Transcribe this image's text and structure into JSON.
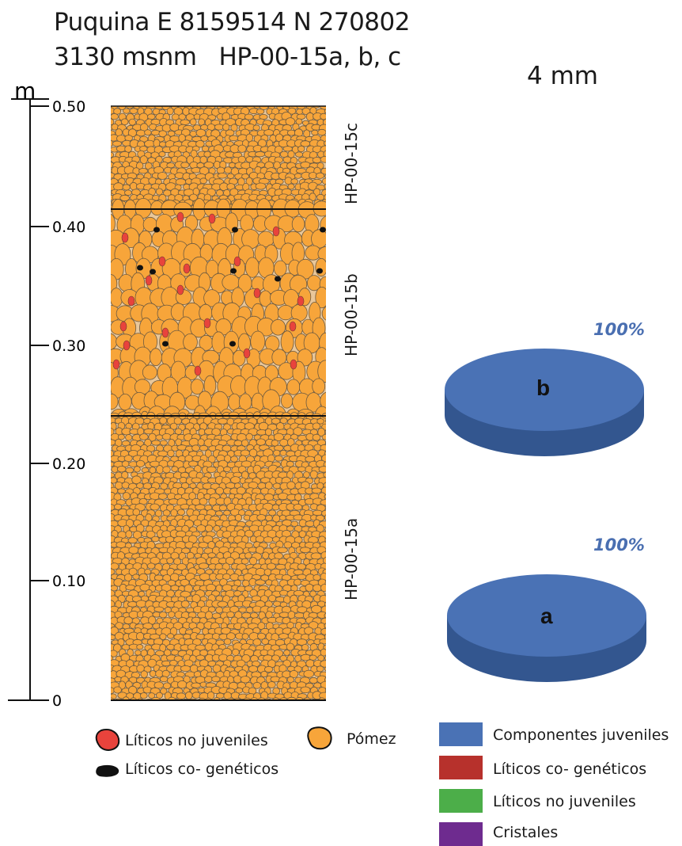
{
  "header": {
    "title_line1": "Puquina E 8159514 N 270802",
    "title_line2": "3130 msnm   HP-00-15a, b, c",
    "grain_size": "4 mm"
  },
  "scale": {
    "unit": "m",
    "ticks": [
      "0.50",
      "0.40",
      "0.30",
      "0.20",
      "0.10",
      "0"
    ]
  },
  "units": [
    {
      "id": "HP-00-15c",
      "label": "HP-00-15c",
      "from_m": 0.415,
      "to_m": 0.5
    },
    {
      "id": "HP-00-15b",
      "label": "HP-00-15b",
      "from_m": 0.24,
      "to_m": 0.415
    },
    {
      "id": "HP-00-15a",
      "label": "HP-00-15a",
      "from_m": 0.0,
      "to_m": 0.24
    }
  ],
  "pies": [
    {
      "label": "b",
      "percent": "100%",
      "component": "Componentes juveniles"
    },
    {
      "label": "a",
      "percent": "100%",
      "component": "Componentes juveniles"
    }
  ],
  "legend_symbols": [
    {
      "label": "Líticos no juveniles",
      "icon": "red-clast-icon",
      "color": "#e8433c"
    },
    {
      "label": "Pómez",
      "icon": "pumice-icon",
      "color": "#f7a53a"
    },
    {
      "label": "Líticos co- genéticos",
      "icon": "black-clast-icon",
      "color": "#111111"
    }
  ],
  "legend_pie": [
    {
      "label": "Componentes juveniles",
      "color": "#4a72b5"
    },
    {
      "label": "Líticos co- genéticos",
      "color": "#b7312c"
    },
    {
      "label": "Líticos no juveniles",
      "color": "#4cae49"
    },
    {
      "label": "Cristales",
      "color": "#6e2b8f"
    }
  ],
  "colors": {
    "pumice": "#f7a53a",
    "pumice_outline": "#6d5a40",
    "pie_top": "#4a72b5",
    "pie_side": "#33568f"
  }
}
